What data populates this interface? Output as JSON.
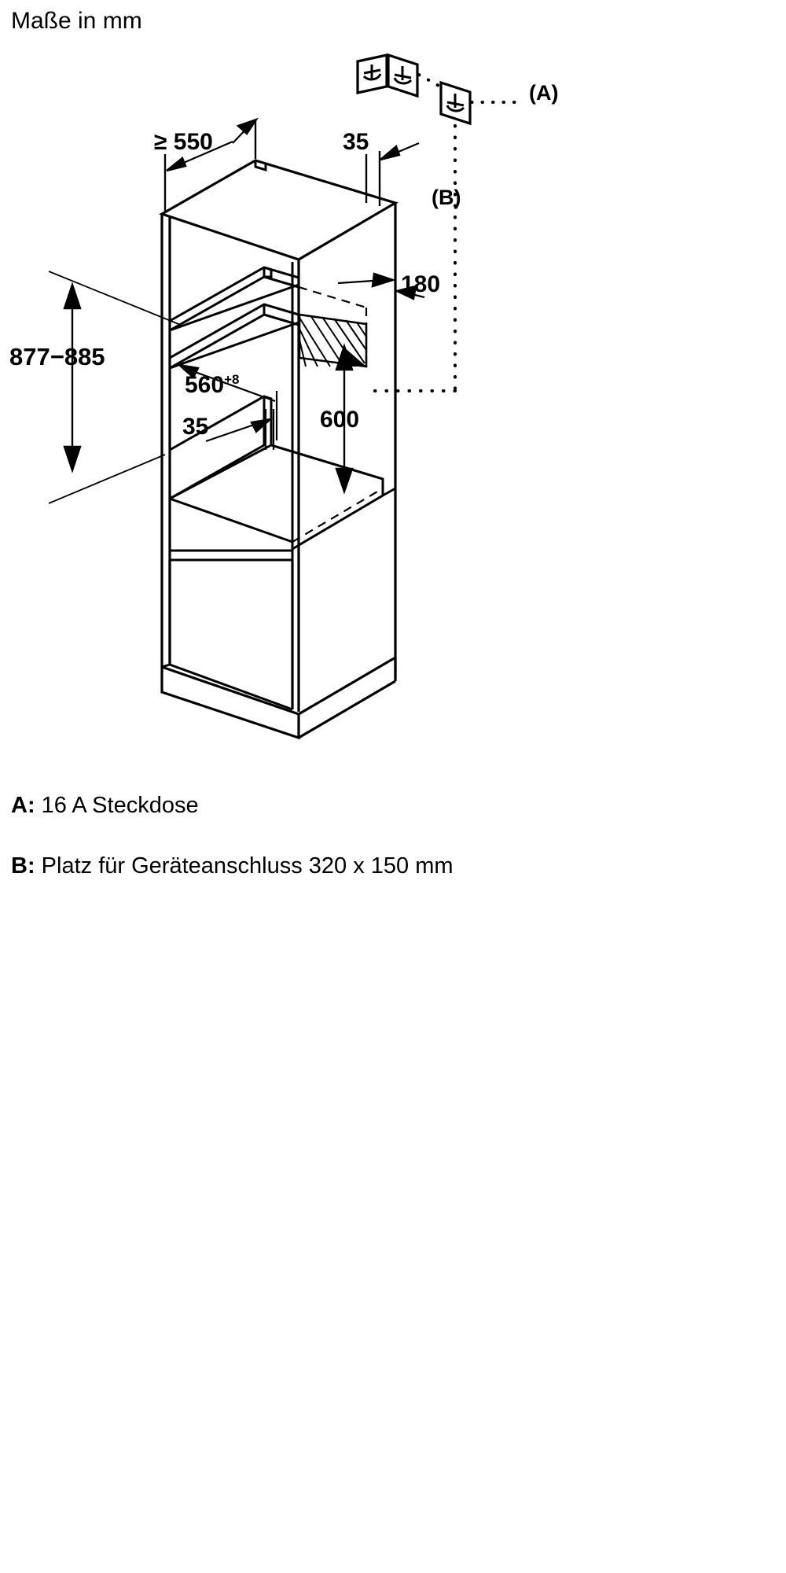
{
  "title": "Maße in mm",
  "units": "mm",
  "dimensions": {
    "niche_depth": "≥ 550",
    "top_offset_35": "35",
    "height_range": "877−885",
    "niche_width": "560",
    "niche_width_tolerance": "+8",
    "front_offset_35": "35",
    "socket_zone_180": "180",
    "connection_height_600": "600"
  },
  "references": {
    "a_marker": "(A)",
    "b_marker": "(B)"
  },
  "legend": {
    "a_key": "A:",
    "a_text": "16 A Steckdose",
    "b_key": "B:",
    "b_text": "Platz für Geräteanschluss 320 x 150 mm"
  },
  "icons": {
    "socket": "power-socket-icon",
    "arrow": "dimension-arrow-icon"
  },
  "colors": {
    "line": "#000000",
    "background": "#ffffff",
    "hatch": "#000000"
  }
}
